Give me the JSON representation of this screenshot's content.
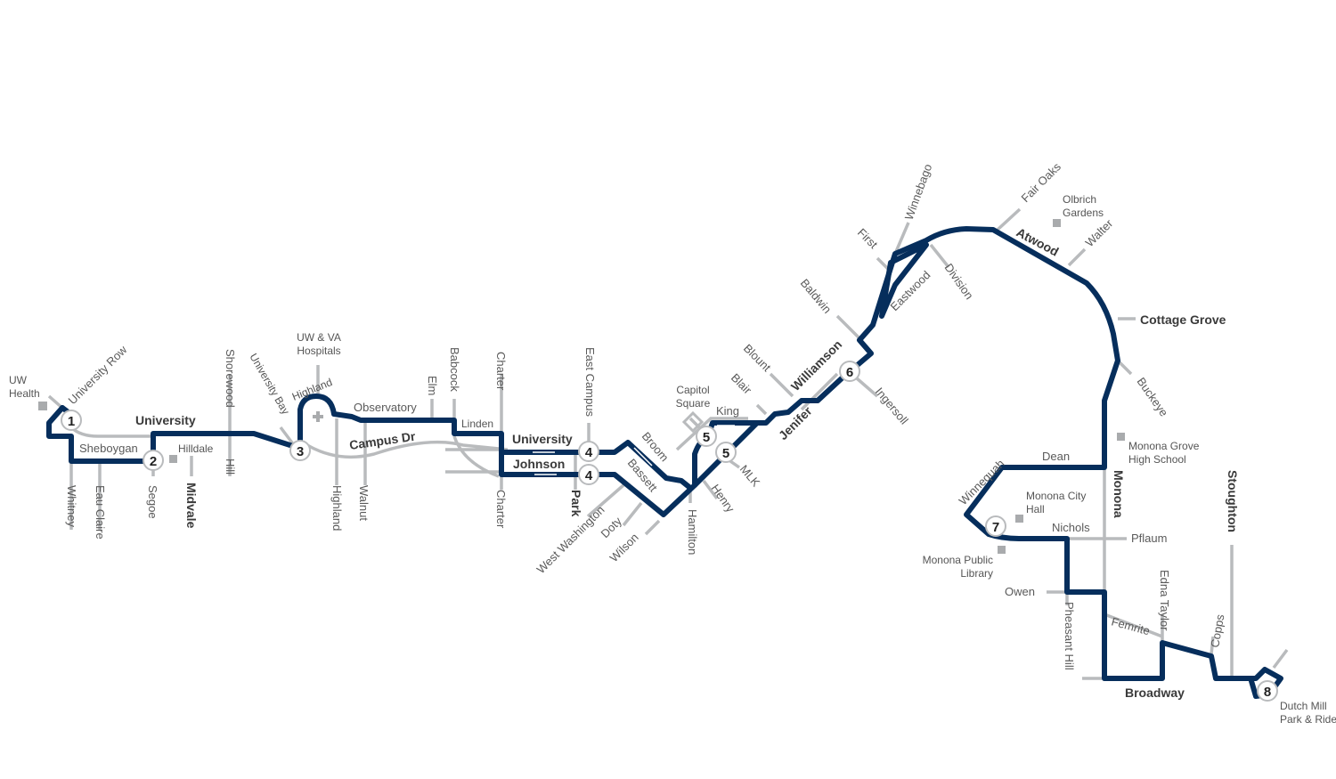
{
  "colors": {
    "route": "#062e5c",
    "street": "#b9bbbd",
    "text": "#5a5a5a"
  },
  "stops": [
    "1",
    "2",
    "3",
    "4",
    "4",
    "5",
    "5",
    "6",
    "7",
    "8"
  ],
  "landmarks": {
    "uw_health": [
      "UW",
      "Health"
    ],
    "hilldale": "Hilldale",
    "hospitals": [
      "UW & VA",
      "Hospitals"
    ],
    "capitol": [
      "Capitol",
      "Square"
    ],
    "olbrich": [
      "Olbrich",
      "Gardens"
    ],
    "monona_grove": [
      "Monona Grove",
      "High School"
    ],
    "monona_city_hall": [
      "Monona City",
      "Hall"
    ],
    "monona_library": [
      "Monona Public",
      "Library"
    ],
    "dutch_mill": [
      "Dutch Mill",
      "Park & Ride"
    ]
  },
  "streets": {
    "university_row": "University Row",
    "university_w": "University",
    "sheboygan": "Sheboygan",
    "shorewood": "Shorewood",
    "hill": "Hill",
    "university_bay": "University Bay",
    "highland_n": "Highland",
    "observatory": "Observatory",
    "elm": "Elm",
    "babcock": "Babcock",
    "charter_n": "Charter",
    "charter_s": "Charter",
    "linden": "Linden",
    "campus_dr": "Campus Dr",
    "university_e": "University",
    "johnson": "Johnson",
    "east_campus": "East Campus",
    "park": "Park",
    "whitney": "Whitney",
    "eau_claire": "Eau Claire",
    "segoe": "Segoe",
    "midvale": "Midvale",
    "highland_s": "Highland",
    "walnut": "Walnut",
    "king": "King",
    "broom": "Broom",
    "bassett": "Bassett",
    "west_washington": "West Washington",
    "doty": "Doty",
    "wilson": "Wilson",
    "hamilton": "Hamilton",
    "henry": "Henry",
    "mlk": "MLK",
    "blount": "Blount",
    "blair": "Blair",
    "williamson": "Williamson",
    "jenifer": "Jenifer",
    "ingersoll": "Ingersoll",
    "baldwin": "Baldwin",
    "first": "First",
    "winnebago": "Winnebago",
    "eastwood": "Eastwood",
    "division": "Division",
    "fair_oaks": "Fair Oaks",
    "atwood": "Atwood",
    "walter": "Walter",
    "cottage_grove": "Cottage Grove",
    "buckeye": "Buckeye",
    "dean": "Dean",
    "winnequah": "Winnequah",
    "monona": "Monona",
    "nichols": "Nichols",
    "pflaum": "Pflaum",
    "owen": "Owen",
    "pheasant_hill": "Pheasant Hill",
    "femrite": "Femrite",
    "edna_taylor": "Edna Taylor",
    "copps": "Copps",
    "stoughton": "Stoughton",
    "broadway": "Broadway"
  }
}
